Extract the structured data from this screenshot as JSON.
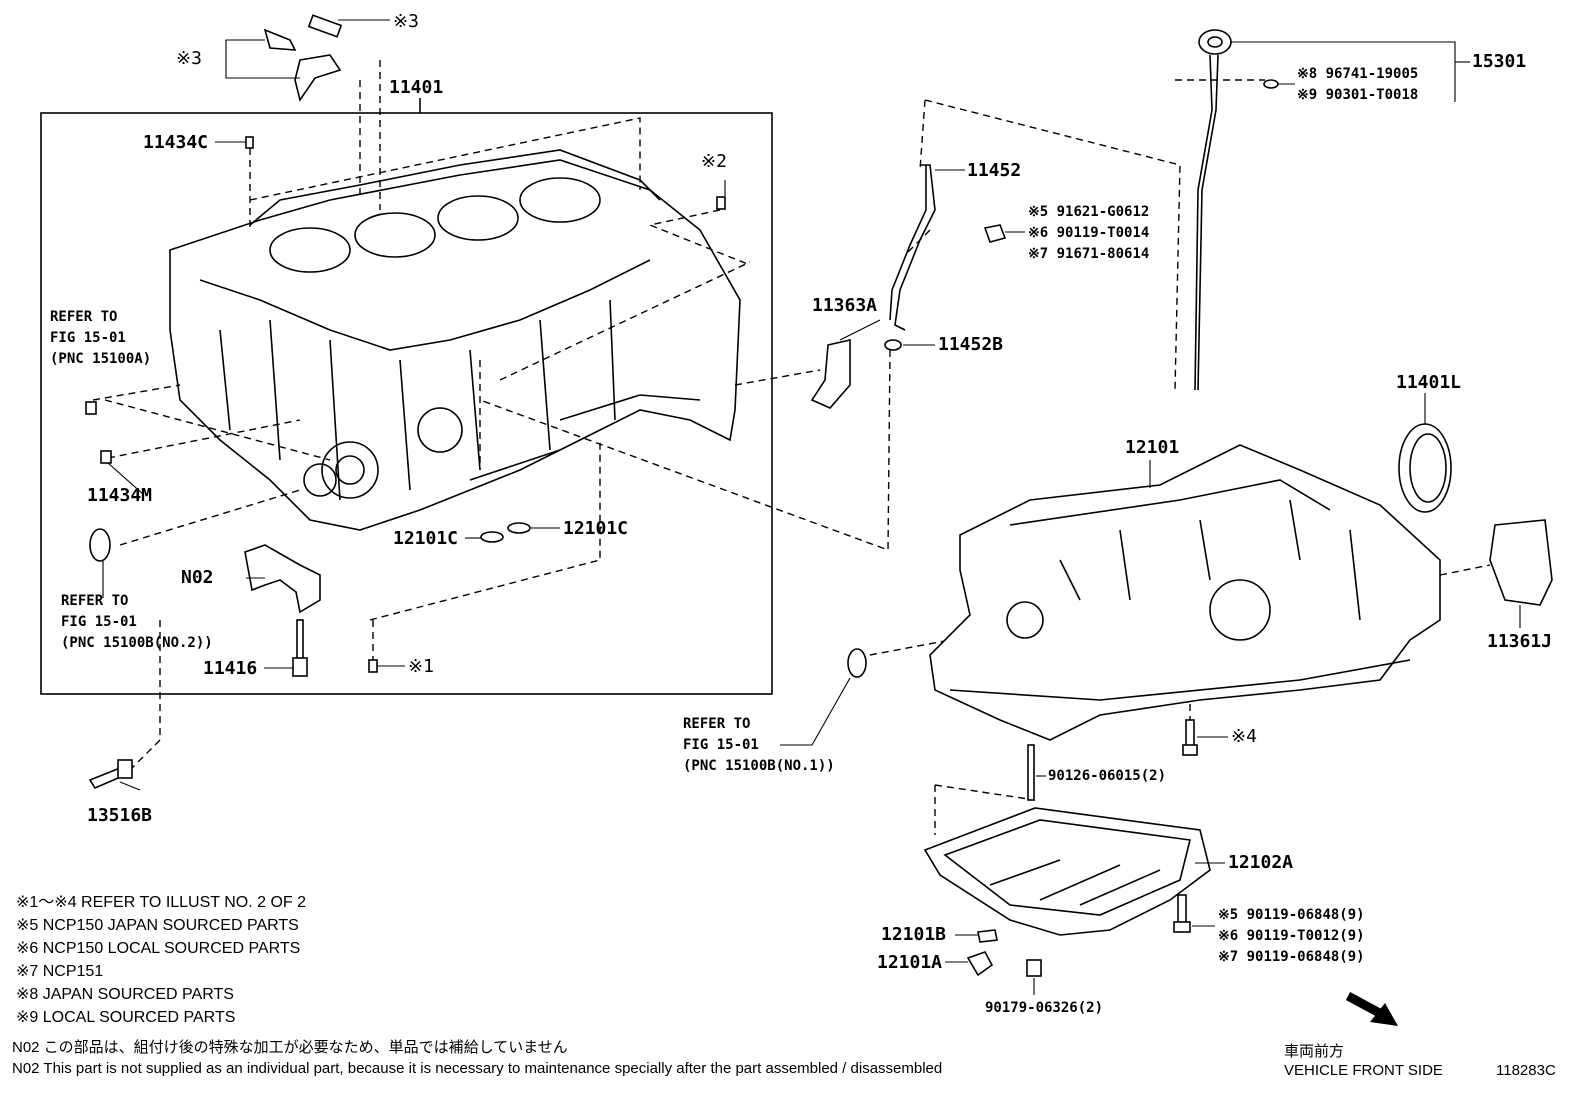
{
  "labels": {
    "p11401": "11401",
    "p11434c": "11434C",
    "p11434m": "11434M",
    "p11452": "11452",
    "p11452b": "11452B",
    "p11363a": "11363A",
    "p15301": "15301",
    "p11401l": "11401L",
    "p12101": "12101",
    "p12101c_left": "12101C",
    "p12101c_right": "12101C",
    "n02": "N02",
    "p11416": "11416",
    "p13516b": "13516B",
    "p11361j": "11361J",
    "p12102a": "12102A",
    "p12101b": "12101B",
    "p12101a": "12101A",
    "p90126": "90126-06015(2)",
    "p90179": "90179-06326(2)",
    "mark1": "※1",
    "mark2": "※2",
    "mark3_top": "※3",
    "mark3_left": "※3",
    "mark4": "※4"
  },
  "refer_blocks": {
    "left_top": [
      "REFER TO",
      "FIG 15-01",
      "(PNC 15100A)"
    ],
    "left_bottom": [
      "REFER TO",
      "FIG 15-01",
      "(PNC 15100B(NO.2))"
    ],
    "center": [
      "REFER TO",
      "FIG 15-01",
      "(PNC 15100B(NO.1))"
    ]
  },
  "part_groups": {
    "dipstick": [
      "※8 96741-19005",
      "※9 90301-T0018"
    ],
    "guide_bolts": [
      "※5 91621-G0612",
      "※6 90119-T0014",
      "※7 91671-80614"
    ],
    "pan_bolts": [
      "※5 90119-06848(9)",
      "※6 90119-T0012(9)",
      "※7 90119-06848(9)"
    ]
  },
  "notes": [
    "※1～※4 REFER TO ILLUST NO. 2 OF 2",
    "※5 NCP150  JAPAN SOURCED PARTS",
    "※6 NCP150  LOCAL SOURCED PARTS",
    "※7 NCP151",
    "※8 JAPAN SOURCED PARTS",
    "※9 LOCAL SOURCED PARTS"
  ],
  "footnotes": {
    "jp": "N02  この部品は、組付け後の特殊な加工が必要なため、単品では補給していません",
    "en": "N02  This part is not supplied as an individual part, because it is necessary to maintenance specially after the part assembled / disassembled"
  },
  "direction": {
    "jp": "車両前方",
    "en": "VEHICLE FRONT SIDE"
  },
  "illustration_id": "118283C"
}
